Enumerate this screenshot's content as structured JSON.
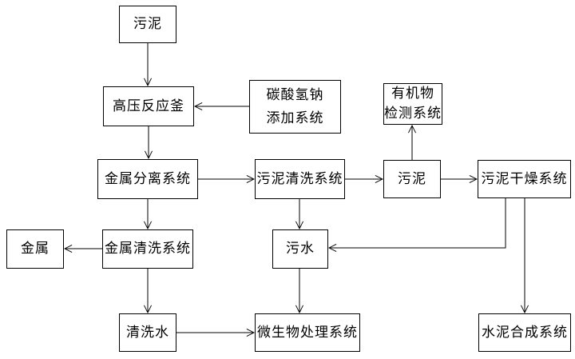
{
  "diagram": {
    "background_color": "#ffffff",
    "line_color": "#000000",
    "nodes": {
      "sludge_top": {
        "label": "污泥"
      },
      "reactor": {
        "label": "高压反应釜"
      },
      "bicarbonate_adding": {
        "line1": "碳酸氢钠",
        "line2": "添加系统"
      },
      "organic_detection": {
        "line1": "有机物",
        "line2": "检测系统"
      },
      "metal_separation": {
        "label": "金属分离系统"
      },
      "sludge_washing": {
        "label": "污泥清洗系统"
      },
      "sludge_mid": {
        "label": "污泥"
      },
      "sludge_drying": {
        "label": "污泥干燥系统"
      },
      "metal": {
        "label": "金属"
      },
      "metal_washing": {
        "label": "金属清洗系统"
      },
      "sewage": {
        "label": "污水"
      },
      "washing_water": {
        "label": "清洗水"
      },
      "microbial_treatment": {
        "label": "微生物处理系统"
      },
      "cement_synthesis": {
        "label": "水泥合成系统"
      }
    },
    "edges": [
      {
        "from": "sludge_top",
        "to": "reactor"
      },
      {
        "from": "bicarbonate_adding",
        "to": "reactor"
      },
      {
        "from": "reactor",
        "to": "metal_separation"
      },
      {
        "from": "metal_separation",
        "to": "sludge_washing"
      },
      {
        "from": "sludge_washing",
        "to": "sludge_mid"
      },
      {
        "from": "sludge_mid",
        "to": "sludge_drying"
      },
      {
        "from": "sludge_mid",
        "to": "organic_detection"
      },
      {
        "from": "metal_separation",
        "to": "metal_washing"
      },
      {
        "from": "metal_washing",
        "to": "metal"
      },
      {
        "from": "metal_washing",
        "to": "washing_water"
      },
      {
        "from": "sludge_washing",
        "to": "sewage"
      },
      {
        "from": "sewage",
        "to": "microbial_treatment"
      },
      {
        "from": "washing_water",
        "to": "microbial_treatment"
      },
      {
        "from": "sludge_drying",
        "to": "sewage"
      },
      {
        "from": "sludge_drying",
        "to": "cement_synthesis"
      }
    ]
  }
}
